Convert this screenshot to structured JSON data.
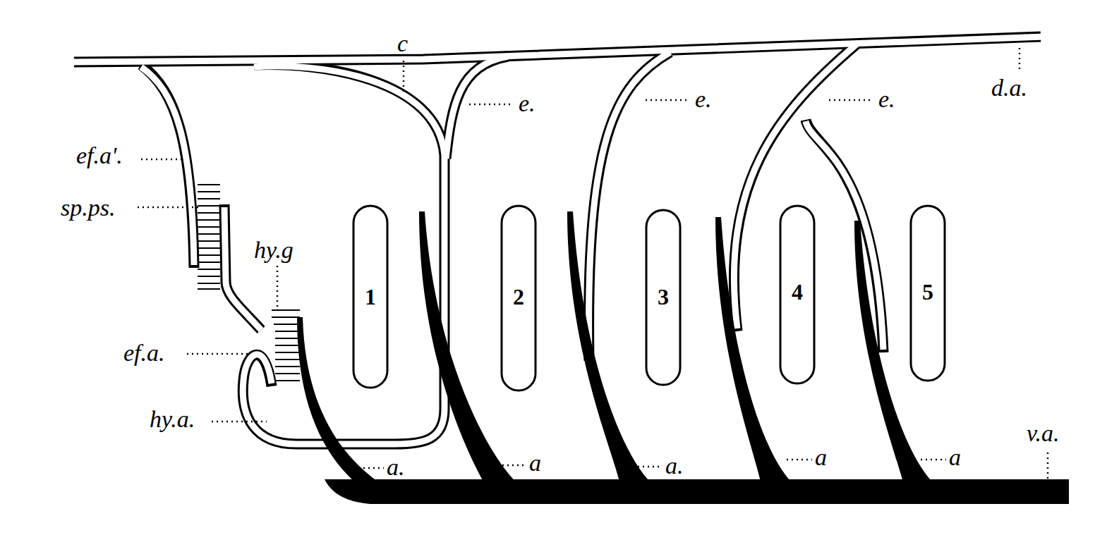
{
  "diagram": {
    "labels": [
      "c",
      "e.",
      "e.",
      "e.",
      "d.a.",
      "ef.a'.",
      "sp.ps.",
      "hy.g",
      "1",
      "2",
      "3",
      "4",
      "5",
      "ef.a.",
      "hy.a.",
      "a.",
      "a",
      "a.",
      "a",
      "a",
      "v.a."
    ]
  }
}
